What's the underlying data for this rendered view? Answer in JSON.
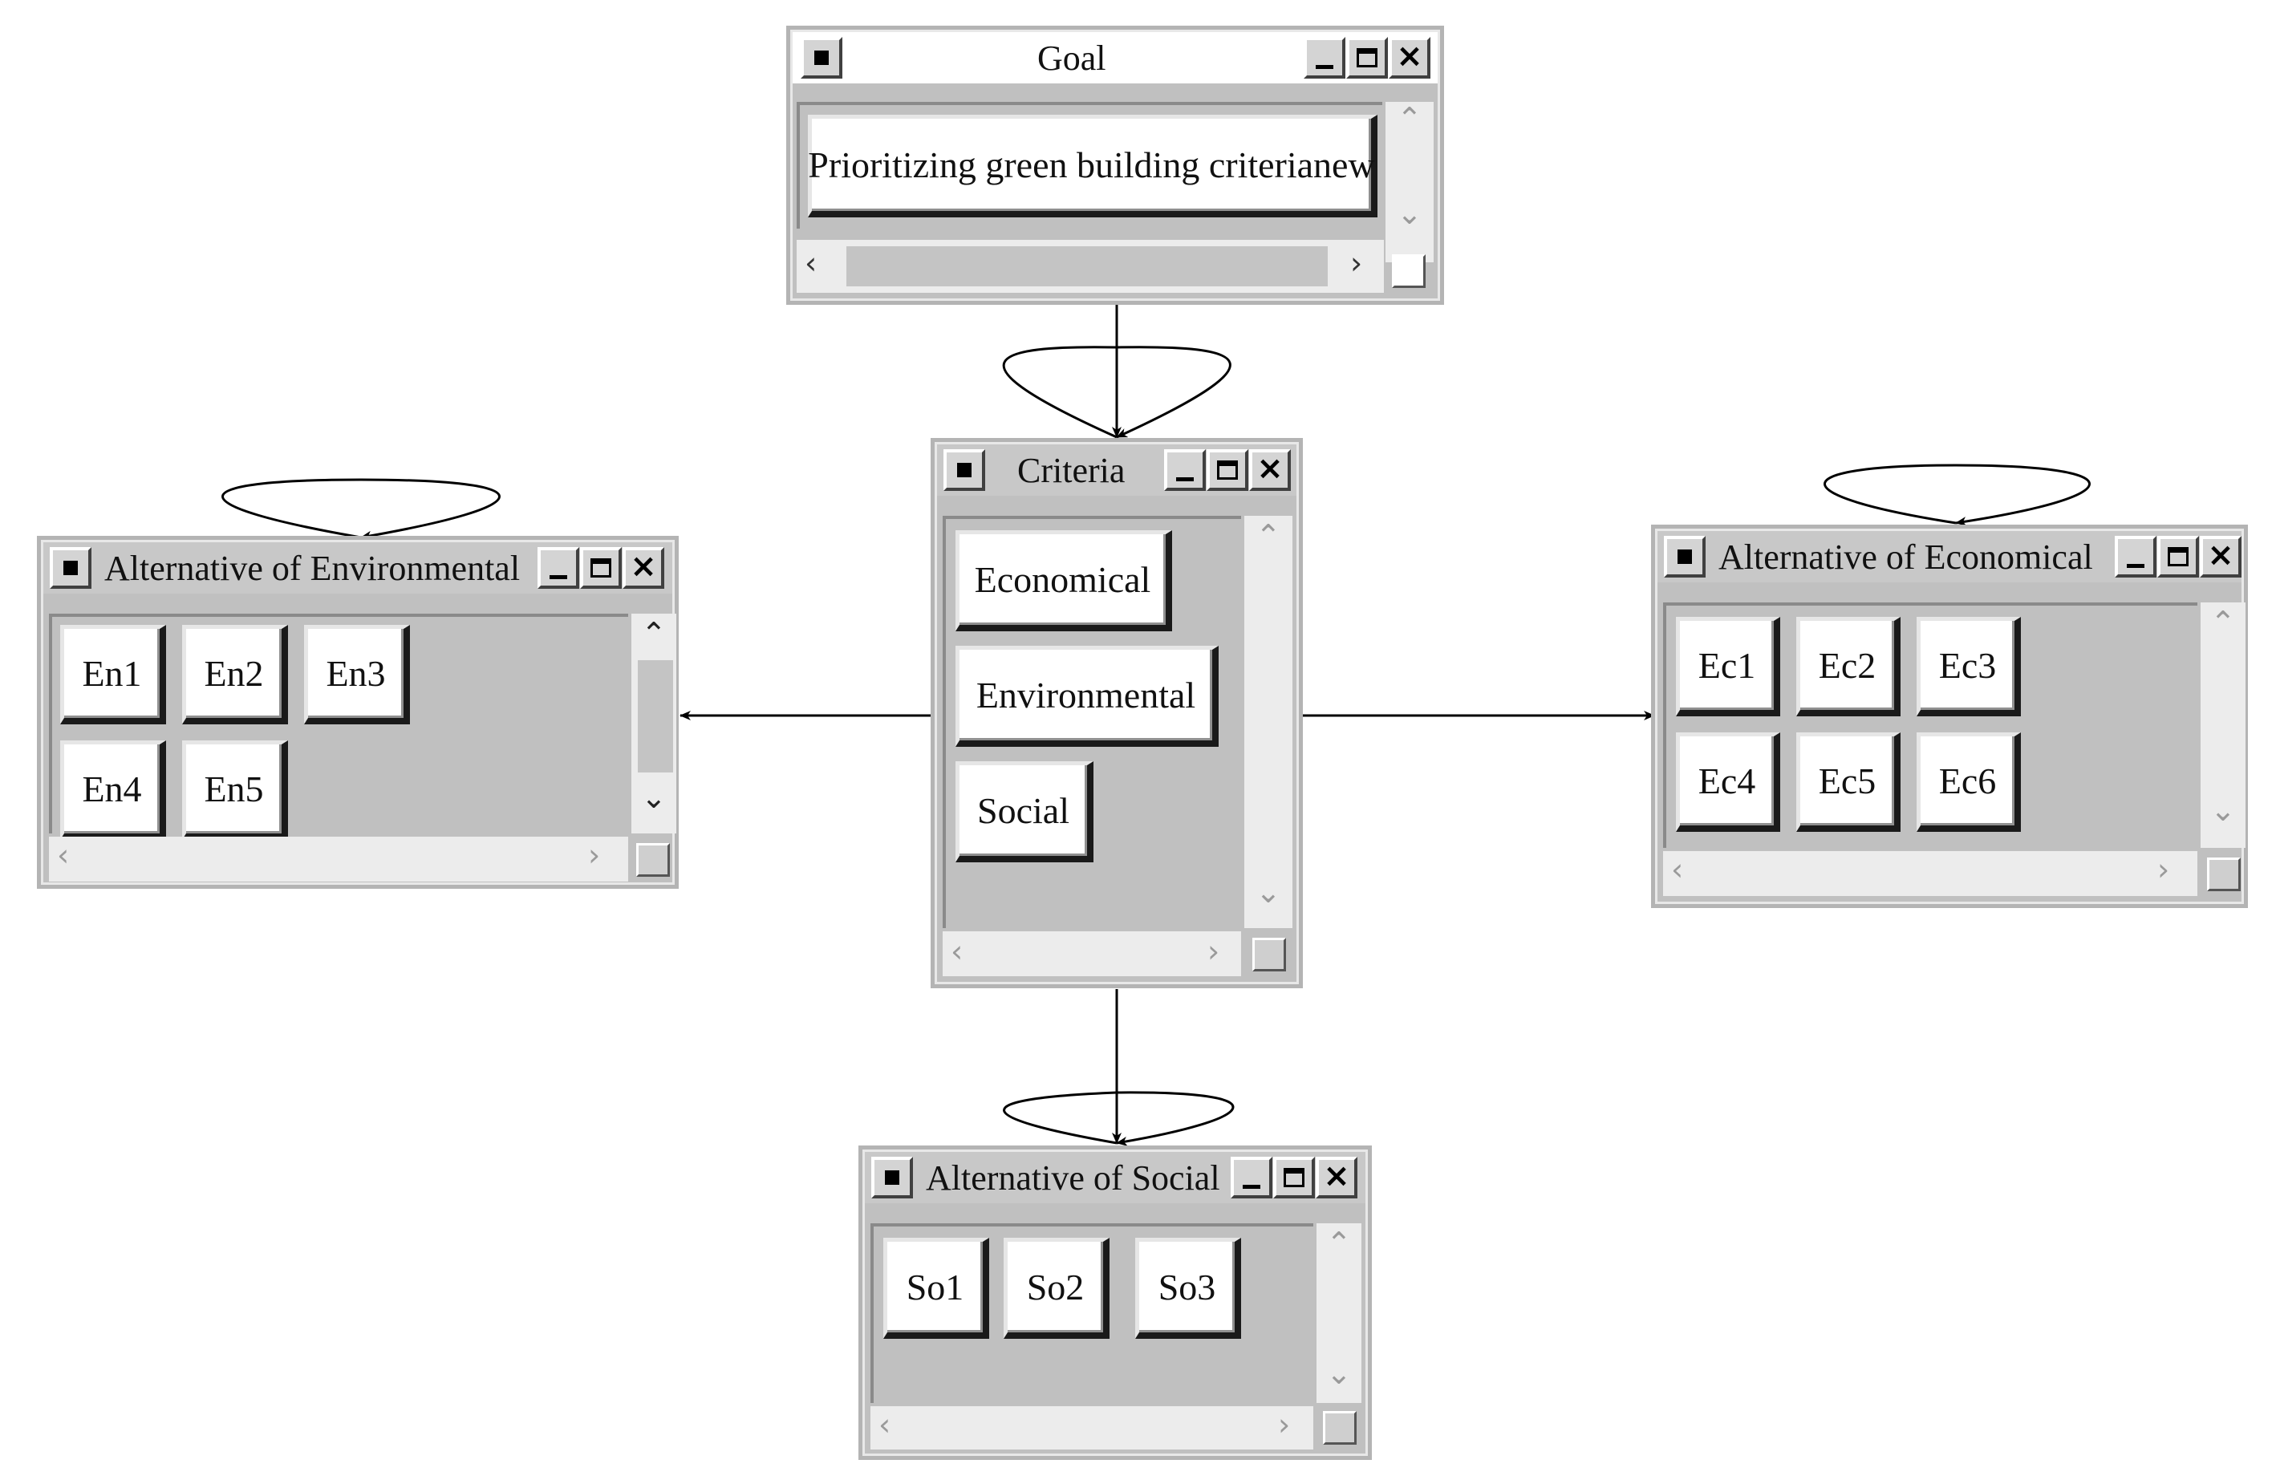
{
  "goal_window": {
    "title": "Goal",
    "items": [
      "Prioritizing green building criterianew"
    ]
  },
  "criteria_window": {
    "title": "Criteria",
    "items": [
      "Economical",
      "Environmental",
      "Social"
    ]
  },
  "environmental_window": {
    "title": "Alternative of Environmental",
    "items": [
      "En1",
      "En2",
      "En3",
      "En4",
      "En5"
    ]
  },
  "economical_window": {
    "title": "Alternative of Economical",
    "items": [
      "Ec1",
      "Ec2",
      "Ec3",
      "Ec4",
      "Ec5",
      "Ec6"
    ]
  },
  "social_window": {
    "title": "Alternative of Social",
    "items": [
      "So1",
      "So2",
      "So3"
    ]
  },
  "links": [
    {
      "from": "Goal",
      "to": "Criteria"
    },
    {
      "from": "Criteria",
      "to": "Criteria",
      "type": "self-loop"
    },
    {
      "from": "Criteria",
      "to": "Alternative of Environmental"
    },
    {
      "from": "Criteria",
      "to": "Alternative of Economical"
    },
    {
      "from": "Criteria",
      "to": "Alternative of Social"
    },
    {
      "from": "Alternative of Environmental",
      "to": "Alternative of Environmental",
      "type": "self-loop"
    },
    {
      "from": "Alternative of Economical",
      "to": "Alternative of Economical",
      "type": "self-loop"
    },
    {
      "from": "Alternative of Social",
      "to": "Alternative of Social",
      "type": "self-loop"
    }
  ]
}
